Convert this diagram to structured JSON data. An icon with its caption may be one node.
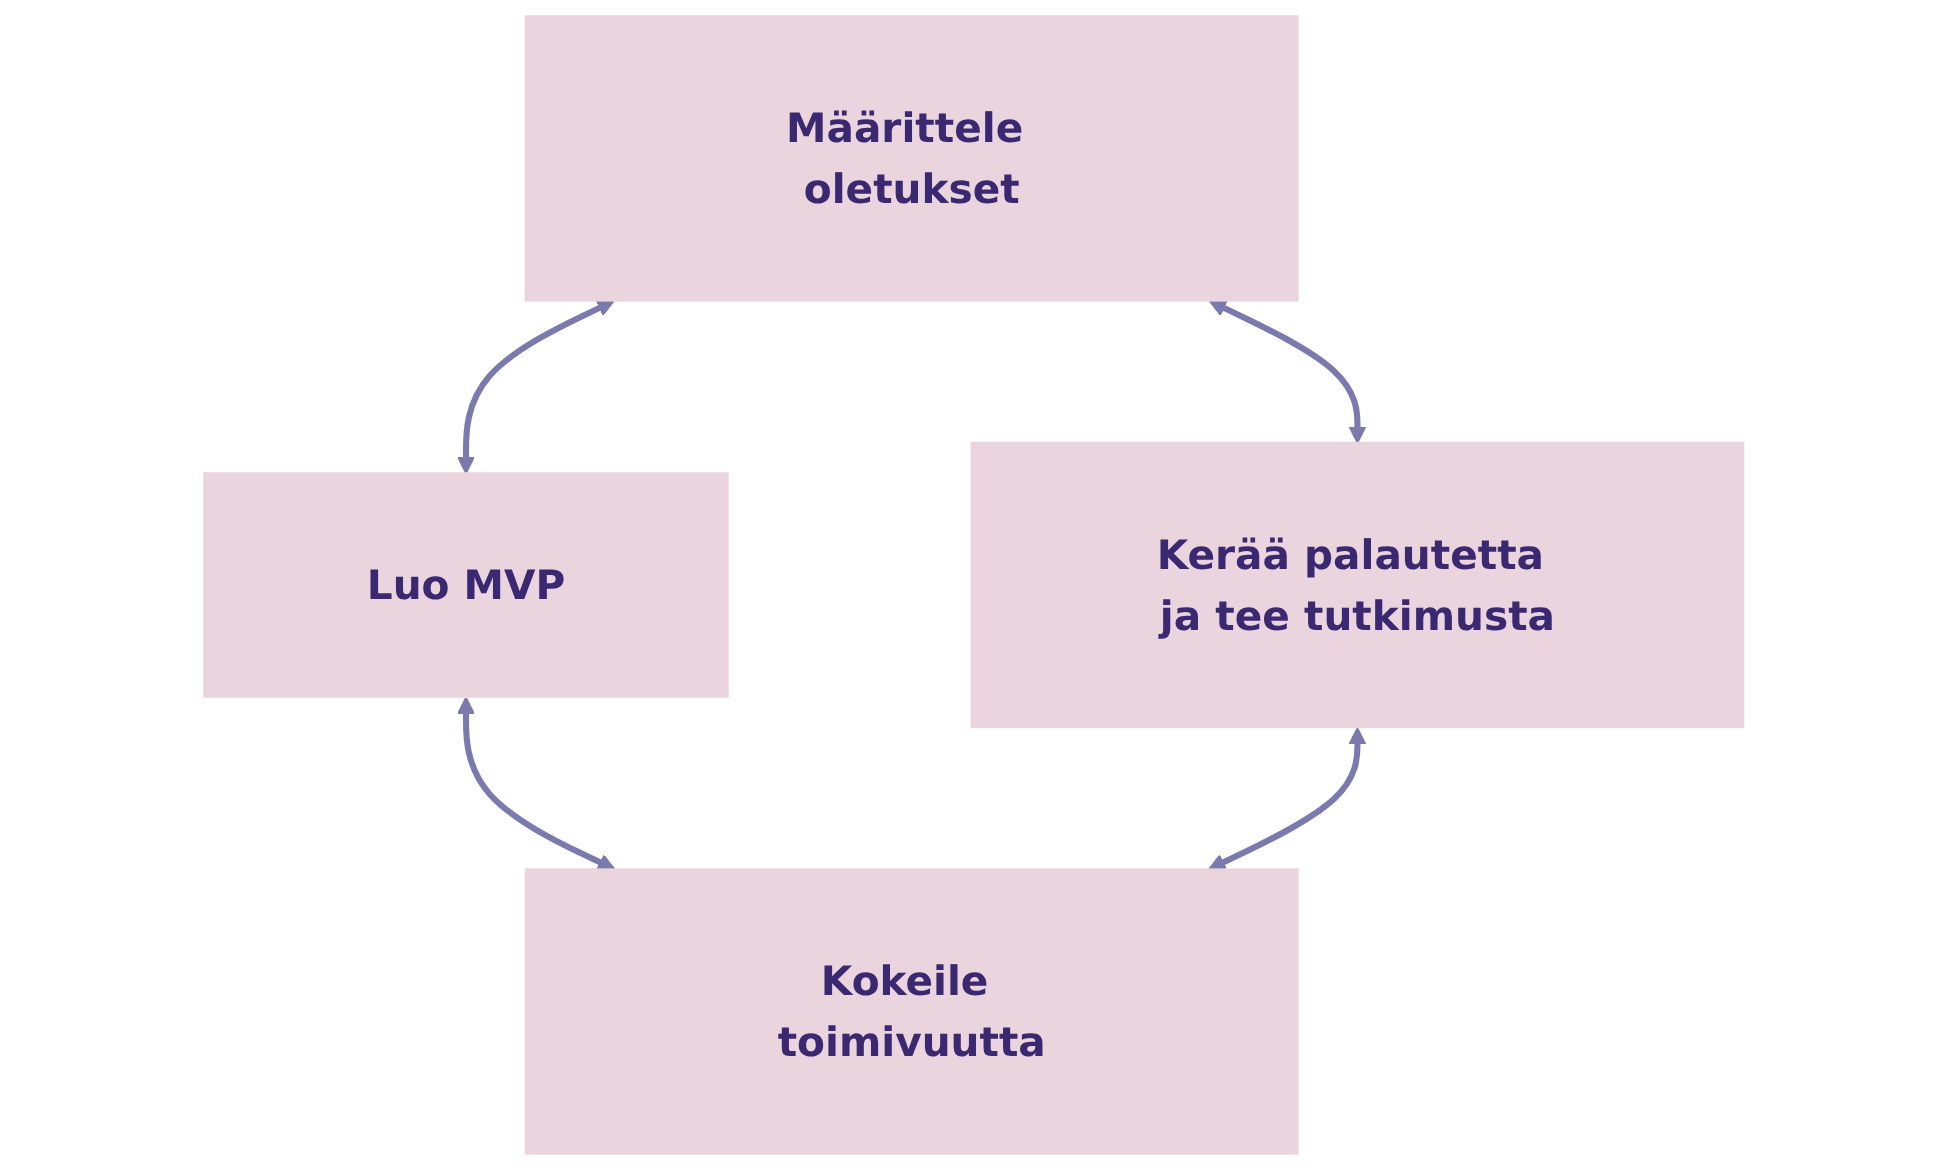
{
  "diagram": {
    "nodes": [
      {
        "text": [
          "Määrittele oletukset"
        ]
      },
      {
        "text": [
          "Kerää palautetta ja tee tutkimusta"
        ]
      },
      {
        "text": [
          "Luo MVP"
        ]
      },
      {
        "text": [
          "Kokeile toimivuutta"
        ]
      }
    ],
    "edges": [
      {
        "from": 0,
        "to": 2,
        "arrow": "both"
      },
      {
        "from": 2,
        "to": 3,
        "arrow": "both"
      },
      {
        "from": 1,
        "to": 3,
        "arrow": "both"
      },
      {
        "from": 0,
        "to": 1,
        "arrow": "both"
      }
    ]
  }
}
